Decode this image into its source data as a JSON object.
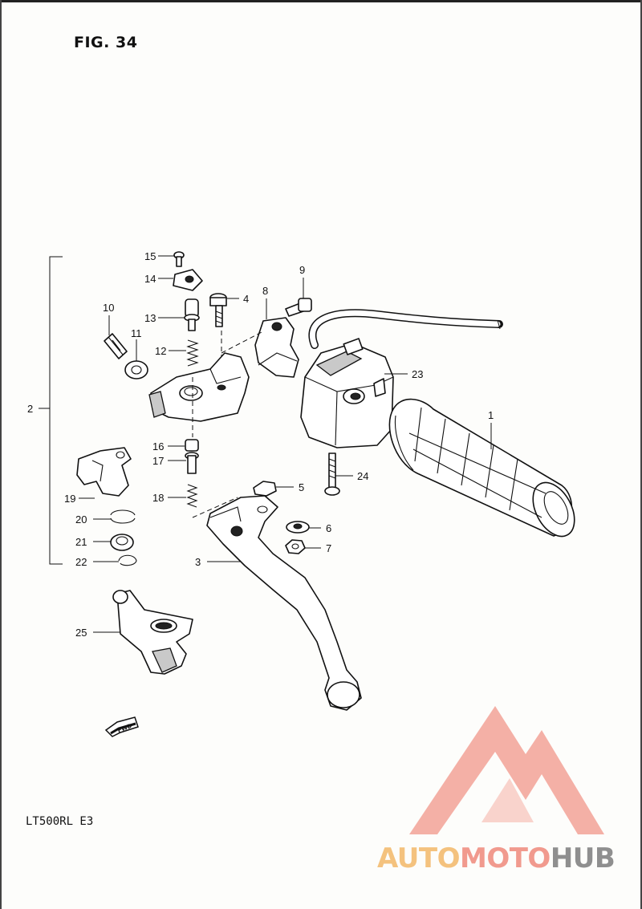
{
  "figure": {
    "title": "FIG. 34",
    "model_code": "LT500RL  E3",
    "fwd_badge": "FWD"
  },
  "callouts": {
    "c1": "1",
    "c2": "2",
    "c3": "3",
    "c4": "4",
    "c5": "5",
    "c6": "6",
    "c7": "7",
    "c8": "8",
    "c9": "9",
    "c10": "10",
    "c11": "11",
    "c12": "12",
    "c13": "13",
    "c14": "14",
    "c15": "15",
    "c16": "16",
    "c17": "17",
    "c18": "18",
    "c19": "19",
    "c20": "20",
    "c21": "21",
    "c22": "22",
    "c23": "23",
    "c24": "24",
    "c25": "25"
  },
  "watermark": {
    "part1": "AUTO",
    "part2": "MOTO",
    "part3": "HUB",
    "colors": {
      "auto": "#f4c27e",
      "moto": "#f19a8e",
      "hub": "#8f8f8f",
      "logo": "#f3a79c"
    }
  }
}
